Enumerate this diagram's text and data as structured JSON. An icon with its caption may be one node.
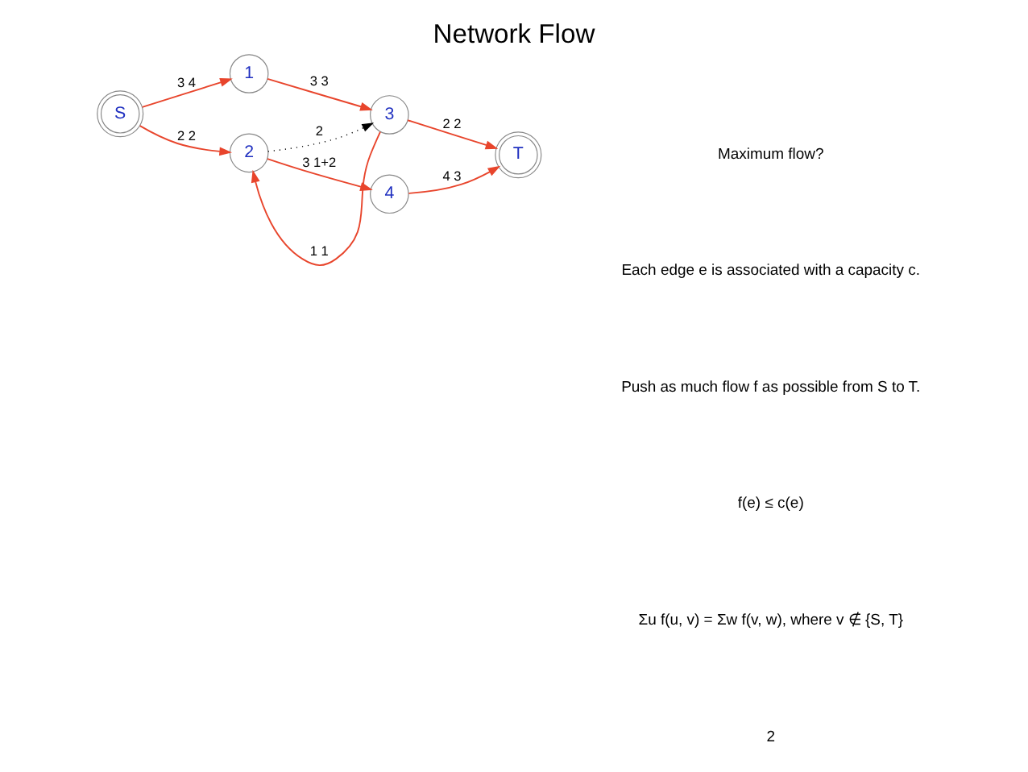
{
  "diagram": {
    "title": "Network Flow",
    "nodes": [
      {
        "text": [
          "S"
        ]
      },
      {
        "text": [
          "1"
        ]
      },
      {
        "text": [
          "2"
        ]
      },
      {
        "text": [
          "3"
        ]
      },
      {
        "text": [
          "4"
        ]
      },
      {
        "text": [
          "T"
        ]
      }
    ],
    "edges": [
      {
        "from": 0,
        "to": 1,
        "arrow": "to",
        "label": "3 4"
      },
      {
        "from": 0,
        "to": 2,
        "arrow": "to",
        "label": "2 2"
      },
      {
        "from": 1,
        "to": 3,
        "arrow": "to",
        "label": "3 3"
      },
      {
        "from": 3,
        "to": 5,
        "arrow": "to",
        "label": "2 2"
      },
      {
        "from": 3,
        "to": 2,
        "arrow": "to",
        "label": "1 1"
      },
      {
        "from": 2,
        "to": 3,
        "arrow": "to",
        "label": "2",
        "style": "dashed",
        "color": "#000000"
      },
      {
        "from": 2,
        "to": 4,
        "arrow": "to",
        "label": "3 1+2"
      },
      {
        "from": 4,
        "to": 5,
        "arrow": "to",
        "label": "4 3"
      }
    ],
    "labels": [
      "Maximum flow?",
      "Each edge e is associated with a capacity c.",
      "Push as much flow f as possible from S to T.",
      "f(e) ≤ c(e)",
      "Σu f(u, v) = Σw f(v, w), where v ∉ {S, T}",
      "2"
    ]
  }
}
